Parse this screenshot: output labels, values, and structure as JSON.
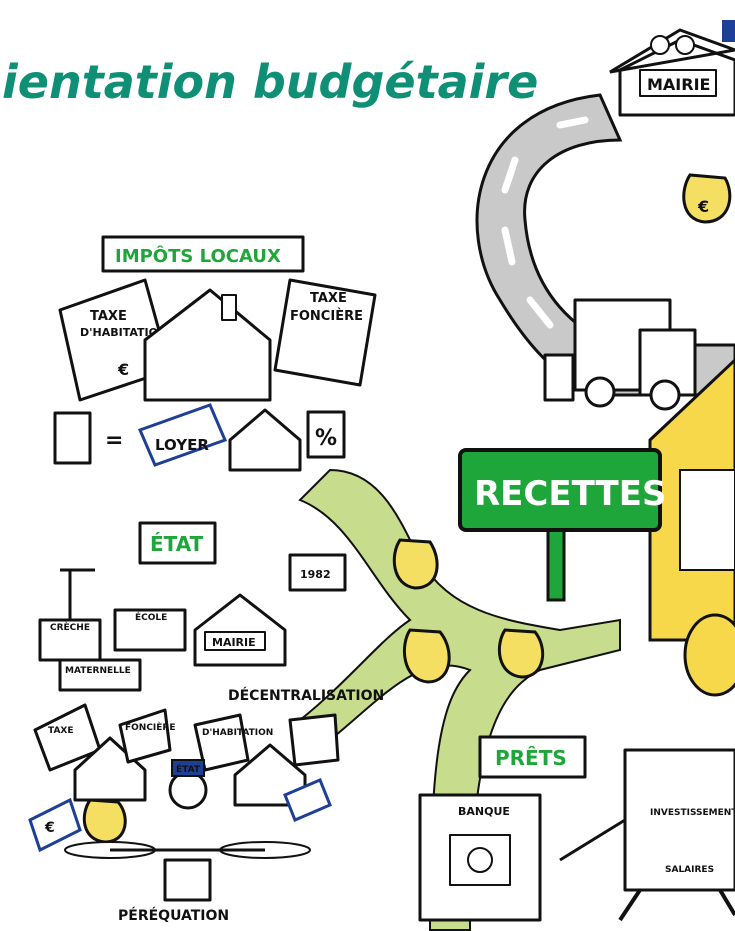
{
  "title": "ientation budgétaire",
  "labels": {
    "mairie_top": "MAIRIE",
    "impots_locaux": "IMPÔTS LOCAUX",
    "taxe_habitation_1": "TAXE",
    "taxe_habitation_2": "D'HABITATION",
    "taxe_fonciere_1": "TAXE",
    "taxe_fonciere_2": "FONCIÈRE",
    "loyer": "LOYER",
    "percent": "%",
    "equals": "=",
    "recettes": "RECETTES",
    "etat": "ÉTAT",
    "creche": "CRÈCHE",
    "ecole": "ÉCOLE",
    "maternelle": "MATERNELLE",
    "mairie_mid": "MAIRIE",
    "calendar_year": "1982",
    "decentralisation": "DÉCENTRALISATION",
    "prets": "PRÊTS",
    "banque": "BANQUE",
    "investissements": "INVESTISSEMENTS",
    "salaires": "SALAIRES",
    "perequation": "PÉRÉQUATION",
    "etat_hat": "ÉTAT",
    "taxe_small_1": "TAXE",
    "taxe_small_2": "D'HABITATION",
    "taxe_small_3": "FONCIÈRE",
    "euro": "€"
  },
  "colors": {
    "title": "#0e8f76",
    "sign_green": "#1fa63a",
    "road_grey": "#c9c9c9",
    "path_green": "#c7dc8c",
    "bag_yellow": "#f4df62",
    "house_yellow": "#f7d84a",
    "flag_blue": "#1d3f95",
    "flag_red": "#d2232a"
  }
}
